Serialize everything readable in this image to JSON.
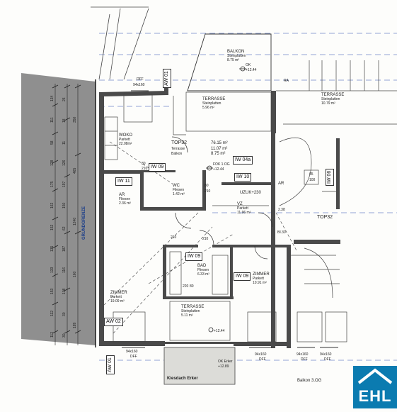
{
  "rooms": {
    "balkon": {
      "name": "BALKON",
      "material": "Steinplatten",
      "area": "8.75 m²"
    },
    "terrasse_top": {
      "name": "TERRASSE",
      "material": "Steinplatten",
      "area": "5.96 m²"
    },
    "terrasse_right": {
      "name": "TERRASSE",
      "material": "Steinplatten",
      "area": "10.79 m²"
    },
    "woko": {
      "name": "WOKO",
      "material": "Parkett",
      "area": "22.08m²"
    },
    "top32": {
      "name": "TOP32",
      "area": "76.15 m²",
      "terrasse_label": "Terrasse",
      "terrasse_area": "11.07 m²",
      "balkon_label": "Balkon",
      "balkon_area": "8.75 m²"
    },
    "ar_left": {
      "name": "AR",
      "material": "Fliesen",
      "area": "2.36 m²"
    },
    "wc": {
      "name": "WC",
      "material": "Fliesen",
      "area": "1.42 m²"
    },
    "vz": {
      "name": "VZ",
      "material": "Parkett",
      "area": "11.96 m²"
    },
    "ar_right": {
      "name": "AR",
      "material": "",
      "area": "2.38"
    },
    "bad": {
      "name": "BAD",
      "material": "Fliesen",
      "area": "6.33 m²"
    },
    "zimmer_right": {
      "name": "ZIMMER",
      "material": "Parkett",
      "area": "10.91 m²"
    },
    "zimmer_left": {
      "name": "ZIMMER",
      "material": "Parkett",
      "area": "19.09 m²"
    },
    "terrasse_bottom": {
      "name": "TERRASSE",
      "material": "Steinplatten",
      "area": "5.11 m²"
    }
  },
  "tags": {
    "aw01_top": "AW 01",
    "aw01_bottom": "AW 01",
    "aw02": "AW 02",
    "iw09_a": "IW 09",
    "iw09_b": "IW 09",
    "iw09_c": "IW 09",
    "iw11": "IW 11",
    "iw10": "IW 10",
    "iw04a": "IW 04a",
    "iw06": "IW 06",
    "uzuk": "UZUK+230",
    "top32_right": "TOP32"
  },
  "windows": {
    "top": {
      "size": "94x160",
      "type": "DFF"
    },
    "bottom_left": {
      "size": "94x160",
      "type": "DFF"
    },
    "bottom_mid": {
      "size": "94x160",
      "type": "DFF"
    },
    "bottom_r1": {
      "size": "94x160",
      "type": "DFF"
    },
    "bottom_r2": {
      "size": "94x160",
      "type": "DFF"
    }
  },
  "levels": {
    "balkon_ok": "OK",
    "balkon_ok_val": "+12.44",
    "fok": "FOK 1.OG",
    "fok_val": "+12.44",
    "erker_ok": "OK Erker",
    "erker_ok_val": "+12.89",
    "bottom_level": "+12.44"
  },
  "labels": {
    "grundgrenze": "GRUNDGRENZE",
    "kiesdach": "Kiesdach Erker",
    "balkon_3og": "Balkon 3.OG",
    "bi30": "BI.30",
    "ra": "RA"
  },
  "dims": {
    "wc_door": "80",
    "wc_door_h": "210",
    "iw09_door": "80",
    "iw09_door_h": "210",
    "bad_door": "210",
    "bad_dim_a": "220",
    "bad_dim_b": "80",
    "zimmer_door": "210",
    "ar_door": "65",
    "ar_door_h": "100",
    "chain_col1": [
      "134",
      "111",
      "58",
      "128",
      "175",
      "162",
      "152",
      "135",
      "133",
      "153",
      "112",
      "112"
    ],
    "chain_col2": [
      "26",
      "18",
      "11",
      "126",
      "197",
      "150",
      "62",
      "187",
      "116",
      "108",
      "30",
      "30"
    ],
    "chain_col3": [
      "350",
      "465",
      "1240",
      "160",
      "189"
    ]
  },
  "colors": {
    "wall": "#4a4a4a",
    "neighbour": "#8f8f8f",
    "dash_blue": "#6f86c8",
    "brand": "#0b7bb0"
  },
  "brand": {
    "name": "EHL"
  }
}
